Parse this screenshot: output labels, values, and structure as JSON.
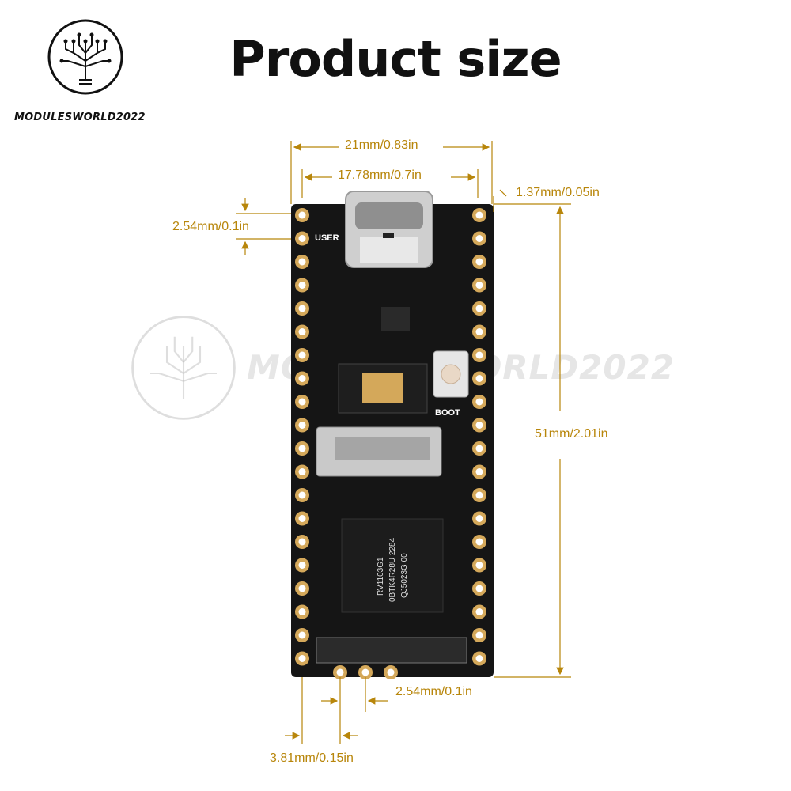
{
  "title": "Product size",
  "brand": {
    "name": "MODULESWORLD2022"
  },
  "watermark": {
    "text": "MODULESWORLD2022"
  },
  "dimensions": {
    "total_width": "21mm/0.83in",
    "hole_span": "17.78mm/0.7in",
    "edge_offset": "1.37mm/0.05in",
    "pin_pitch_vertical": "2.54mm/0.1in",
    "length": "51mm/2.01in",
    "pin_pitch_bottom": "2.54mm/0.1in",
    "bottom_offset": "3.81mm/0.15in"
  },
  "board_labels": {
    "user": "USER",
    "boot": "BOOT",
    "chip_line1": "RV1103G1",
    "chip_line2": "0BTK4R28U 2284",
    "chip_line3": "QJ5023G 00"
  },
  "colors": {
    "dimension": "#b8860b",
    "board": "#151515",
    "pads": "#d4a85a"
  }
}
